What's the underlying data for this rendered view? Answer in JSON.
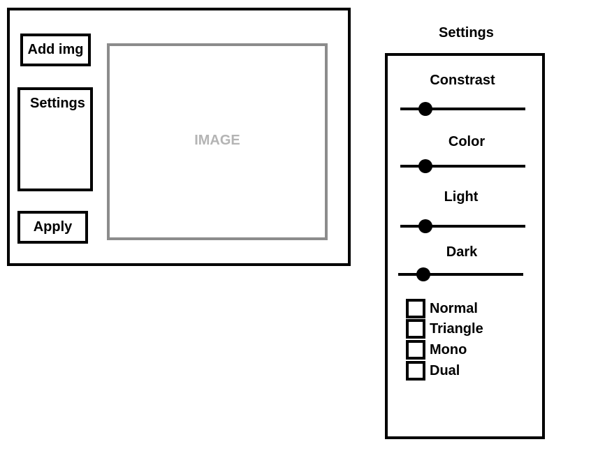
{
  "main_window": {
    "add_img_label": "Add img",
    "settings_label": "Settings",
    "apply_label": "Apply",
    "image_placeholder": "IMAGE"
  },
  "settings_panel": {
    "title": "Settings",
    "sliders": [
      {
        "label": "Constrast",
        "value": 0.2
      },
      {
        "label": "Color",
        "value": 0.2
      },
      {
        "label": "Light",
        "value": 0.2
      },
      {
        "label": "Dark",
        "value": 0.2
      }
    ],
    "checkboxes": [
      {
        "label": "Normal",
        "checked": false
      },
      {
        "label": "Triangle",
        "checked": false
      },
      {
        "label": "Mono",
        "checked": false
      },
      {
        "label": "Dual",
        "checked": false
      }
    ]
  }
}
